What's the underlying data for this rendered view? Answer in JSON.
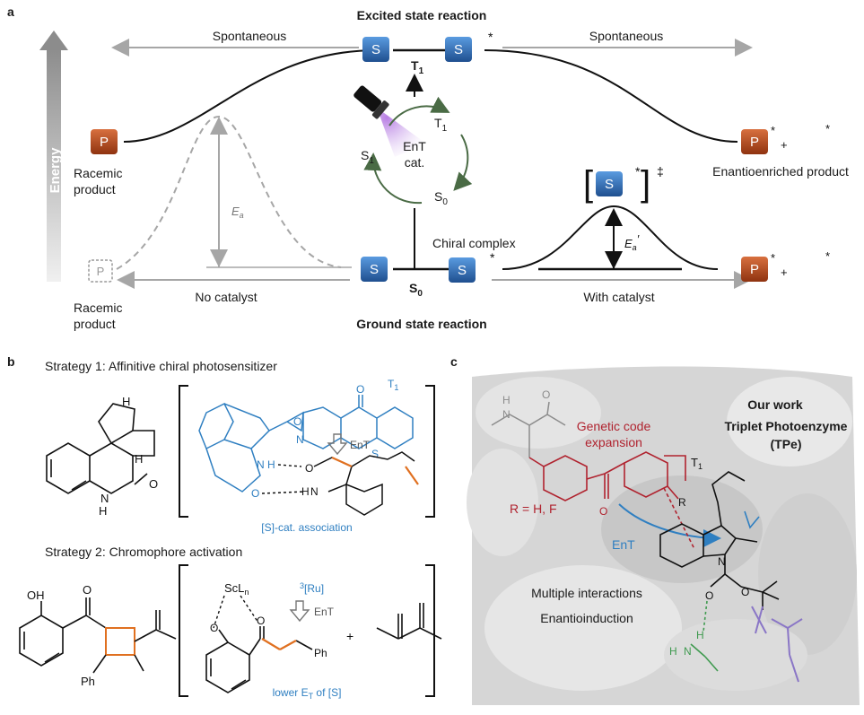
{
  "panel_a": {
    "letter": "a",
    "title_excited": "Excited state reaction",
    "title_ground": "Ground state reaction",
    "energy_axis": "Energy",
    "spontaneous_left": "Spontaneous",
    "spontaneous_right": "Spontaneous",
    "t1_label": "T",
    "t1_sub": "1",
    "s0_label": "S",
    "s0_sub": "0",
    "cycle_t1": "T",
    "cycle_s1": "S",
    "cycle_s0": "S",
    "cycle_center_1": "EnT",
    "cycle_center_2": "cat.",
    "racemic_product_top_1": "Racemic",
    "racemic_product_top_2": "product",
    "racemic_product_bottom_1": "Racemic",
    "racemic_product_bottom_2": "product",
    "enantioenriched_product": "Enantioenriched product",
    "chiral_complex": "Chiral complex",
    "no_catalyst": "No catalyst",
    "with_catalyst": "With catalyst",
    "ea_label": "E",
    "ea_sub": "a",
    "ea_prime_label": "E",
    "ea_prime_sub": "a",
    "ea_prime_mark": "′",
    "s_box": "S",
    "p_box": "P",
    "star": "*",
    "plus": "+",
    "dagger": "‡"
  },
  "panel_b": {
    "letter": "b",
    "strategy1": "Strategy 1: Affinitive chiral photosensitizer",
    "strategy2": "Strategy 2: Chromophore activation",
    "s_cat_association": "[S]-cat. association",
    "lower_et": "lower E",
    "lower_et_sub": "T",
    "lower_et_tail": " of [S]",
    "ent": "EnT",
    "ent2": "EnT",
    "t1": "T",
    "ru_sup": "3",
    "ru": "[Ru]",
    "sc": "ScL",
    "sc_sub": "n",
    "atom_H": "H",
    "atom_N": "N",
    "atom_O": "O",
    "atom_S": "S",
    "atom_OH": "OH",
    "atom_Ph": "Ph",
    "plus": "+"
  },
  "panel_c": {
    "letter": "c",
    "our_work": "Our work",
    "tpe_1": "Triplet Photoenzyme",
    "tpe_2": "(TPe)",
    "genetic_1": "Genetic code",
    "genetic_2": "expansion",
    "r_group": "R = H, F",
    "t1": "T",
    "ent": "EnT",
    "multiple": "Multiple interactions",
    "enantio": "Enantioinduction",
    "atom_R": "R",
    "atom_N": "N",
    "atom_H": "H",
    "atom_O": "O"
  },
  "colors": {
    "s_box": "#2f6fb5",
    "p_box": "#b8471e",
    "crescent": "#9a86c6",
    "cycle_arrow": "#4a6b45",
    "arrow_grey": "#a6a6a6",
    "blue_struct": "#2f7fc1",
    "red_struct": "#b0232f",
    "orange_bond": "#e07020"
  },
  "icons": {
    "flashlight": "flashlight-icon",
    "crescent": "crescent-catalyst-icon"
  }
}
